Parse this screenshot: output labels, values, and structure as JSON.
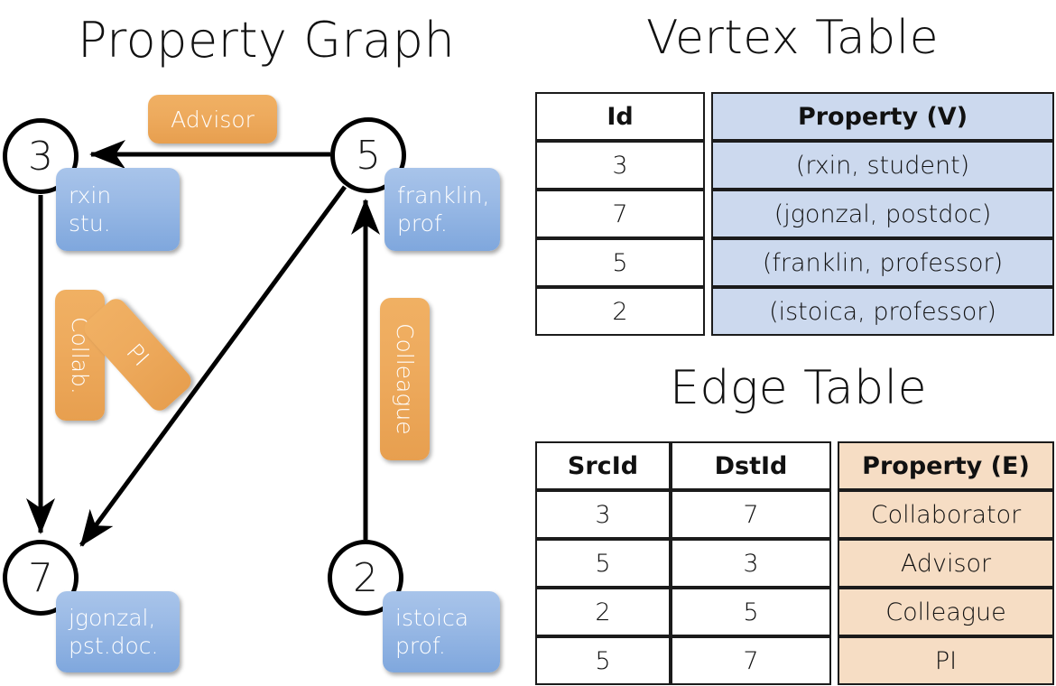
{
  "titles": {
    "property_graph": "Property Graph",
    "vertex_table": "Vertex Table",
    "edge_table": "Edge Table"
  },
  "graph": {
    "nodes": [
      {
        "id": "3",
        "property": "rxin\nstu."
      },
      {
        "id": "5",
        "property": "franklin,\nprof."
      },
      {
        "id": "7",
        "property": "jgonzal,\npst.doc."
      },
      {
        "id": "2",
        "property": "istoica\nprof."
      }
    ],
    "node_labels": {
      "n3": "3",
      "n5": "5",
      "n7": "7",
      "n2": "2"
    },
    "vertex_chips": {
      "rxin_line1": "rxin",
      "rxin_line2": "stu.",
      "franklin_line1": "franklin,",
      "franklin_line2": "prof.",
      "jgonzal_line1": "jgonzal,",
      "jgonzal_line2": "pst.doc.",
      "istoica_line1": "istoica",
      "istoica_line2": "prof."
    },
    "edge_chips": {
      "advisor": "Advisor",
      "collab": "Collab.",
      "pi": "PI",
      "colleague": "Colleague"
    },
    "edges": [
      {
        "src": "5",
        "dst": "3",
        "label": "Advisor"
      },
      {
        "src": "3",
        "dst": "7",
        "label": "Collab."
      },
      {
        "src": "5",
        "dst": "7",
        "label": "PI"
      },
      {
        "src": "2",
        "dst": "5",
        "label": "Colleague"
      }
    ]
  },
  "vertex_table": {
    "headers": [
      "Id",
      "Property (V)"
    ],
    "rows": [
      {
        "id": "3",
        "property": "(rxin, student)"
      },
      {
        "id": "7",
        "property": "(jgonzal, postdoc)"
      },
      {
        "id": "5",
        "property": "(franklin, professor)"
      },
      {
        "id": "2",
        "property": "(istoica, professor)"
      }
    ]
  },
  "edge_table": {
    "headers": [
      "SrcId",
      "DstId",
      "Property (E)"
    ],
    "rows": [
      {
        "src": "3",
        "dst": "7",
        "property": "Collaborator"
      },
      {
        "src": "5",
        "dst": "3",
        "property": "Advisor"
      },
      {
        "src": "2",
        "dst": "5",
        "property": "Colleague"
      },
      {
        "src": "5",
        "dst": "7",
        "property": "PI"
      }
    ]
  },
  "colors": {
    "vertex_chip": "#9cbbe6",
    "edge_chip": "#eeab5e",
    "vertex_table_fill": "#ccd9ee",
    "edge_table_fill": "#f6ddc4",
    "stroke": "#000000",
    "background": "#ffffff"
  }
}
